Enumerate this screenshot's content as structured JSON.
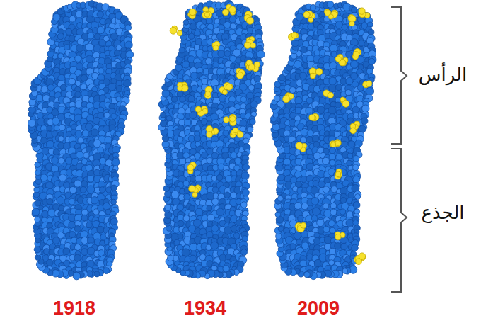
{
  "diagram": {
    "labels": [
      "1918",
      "1934",
      "2009",
      "الرأس",
      "الجذع"
    ]
  }
}
